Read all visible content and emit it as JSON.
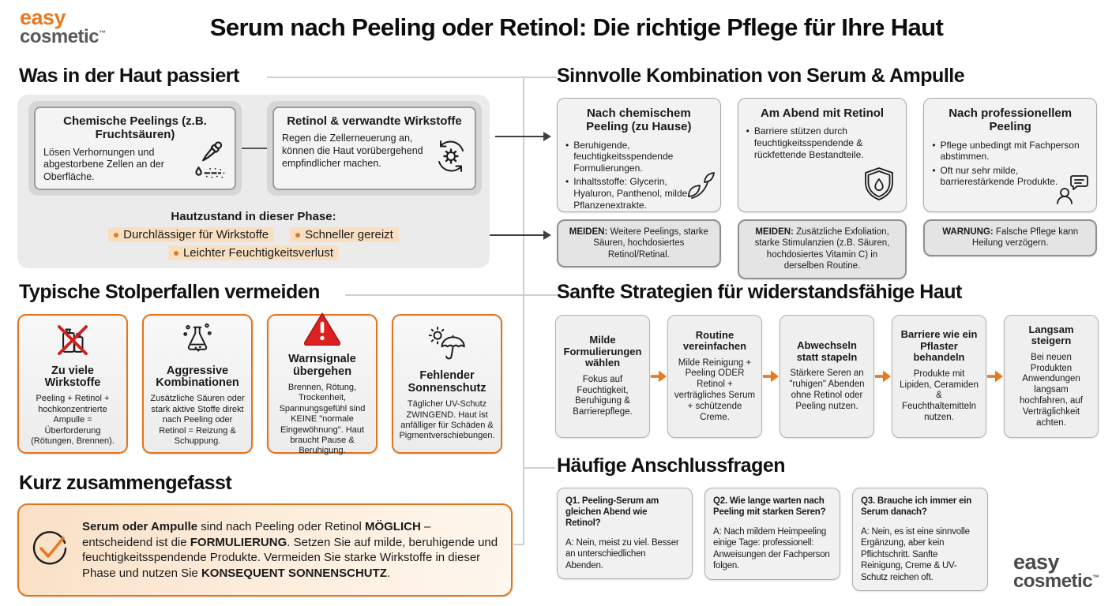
{
  "logo_top": {
    "line1": "easy",
    "line2": "cosmetic",
    "tm": "™"
  },
  "logo_bottom": {
    "line1": "easy",
    "line2": "cosmetic",
    "tm": "™"
  },
  "title": "Serum nach Peeling oder Retinol: Die richtige Pflege für Ihre Haut",
  "colors": {
    "accent": "#e8791f",
    "peach_highlight": "#f9dfc2",
    "box_gray": "#f2f2f2",
    "warn_red": "#d8221f"
  },
  "left": {
    "haut": {
      "heading": "Was in der Haut passiert",
      "box1": {
        "icon": "dropper-icon",
        "title": "Chemische Peelings (z.B. Fruchtsäuren)",
        "body": "Lösen Verhornungen und abgestorbene Zellen an der Oberfläche."
      },
      "box2": {
        "icon": "gear-refresh-icon",
        "title": "Retinol & verwandte Wirkstoffe",
        "body": "Regen die Zellerneuerung an, können die Haut vorübergehend empfindlicher machen."
      },
      "state": {
        "heading": "Hautzustand in dieser Phase:",
        "items": [
          "Durchlässiger für Wirkstoffe",
          "Schneller gereizt",
          "Leichter Feuchtigkeitsverlust"
        ]
      }
    },
    "stolperfallen": {
      "heading": "Typische Stolperfallen vermeiden",
      "boxes": [
        {
          "icon": "bottles-x-icon",
          "title": "Zu viele Wirkstoffe",
          "text": "Peeling + Retinol + hochkonzentrierte Ampulle = Überforderung (Rötungen, Brennen)."
        },
        {
          "icon": "flask-icon",
          "title": "Aggressive Kombinationen",
          "text": "Zusätzliche Säuren oder stark aktive Stoffe direkt nach Peeling oder Retinol = Reizung & Schuppung."
        },
        {
          "icon": "warning-triangle-icon",
          "title": "Warnsignale übergehen",
          "text": "Brennen, Rötung, Trockenheit, Spannungsgefühl sind KEINE \"normale Eingewöhnung\". Haut braucht Pause & Beruhigung."
        },
        {
          "icon": "sun-umbrella-icon",
          "title": "Fehlender Sonnenschutz",
          "text": "Täglicher UV-Schutz ZWINGEND. Haut ist anfälliger für Schäden & Pigmentverschiebungen."
        }
      ]
    },
    "zusammenfassung": {
      "heading": "Kurz zusammengefasst",
      "icon": "check-circle-icon",
      "segments": [
        {
          "t": "Serum oder Ampulle",
          "b": true
        },
        {
          "t": " sind nach Peeling oder Retinol ",
          "b": false
        },
        {
          "t": "MÖGLICH",
          "b": true
        },
        {
          "t": " – entscheidend ist die ",
          "b": false
        },
        {
          "t": "FORMULIERUNG",
          "b": true
        },
        {
          "t": ". Setzen Sie auf milde, beruhigende und feuchtigkeitsspendende Produkte. Vermeiden Sie starke Wirkstoffe in dieser Phase und nutzen Sie ",
          "b": false
        },
        {
          "t": "KONSEQUENT SONNENSCHUTZ",
          "b": true
        },
        {
          "t": ".",
          "b": false
        }
      ]
    }
  },
  "right": {
    "kombination": {
      "heading": "Sinnvolle Kombination von Serum & Ampulle",
      "cols": [
        {
          "title": "Nach chemischem Peeling (zu Hause)",
          "icon": "leaf-icon",
          "bullets": [
            "Beruhigende, feuchtigkeitsspendende Formulierungen.",
            "Inhaltsstoffe: Glycerin, Hyaluron, Panthenol, milde Pflanzenextrakte."
          ],
          "note_label": "MEIDEN:",
          "note_text": " Weitere Peelings, starke Säuren, hochdosiertes Retinol/Retinal."
        },
        {
          "title": "Am Abend mit Retinol",
          "icon": "shield-droplet-icon",
          "bullets": [
            "Barriere stützen durch feuchtigkeitsspendende & rückfettende Bestandteile."
          ],
          "note_label": "MEIDEN:",
          "note_text": " Zusätzliche Exfoliation, starke Stimulanzien (z.B. Säuren, hochdosiertes Vitamin C) in derselben Routine."
        },
        {
          "title": "Nach professionellem Peeling",
          "icon": "person-chat-icon",
          "bullets": [
            "Pflege unbedingt mit Fachperson abstimmen.",
            "Oft nur sehr milde, barrierestärkende Produkte."
          ],
          "note_label": "WARNUNG:",
          "note_text": " Falsche Pflege kann Heilung verzögern."
        }
      ]
    },
    "strategien": {
      "heading": "Sanfte Strategien für widerstandsfähige Haut",
      "steps": [
        {
          "title": "Milde Formulierungen wählen",
          "text": "Fokus auf Feuchtigkeit, Beruhigung & Barrierepflege."
        },
        {
          "title": "Routine vereinfachen",
          "text": "Milde Reinigung + Peeling ODER Retinol + verträgliches Serum + schützende Creme."
        },
        {
          "title": "Abwechseln statt stapeln",
          "text": "Stärkere Seren an \"ruhigen\" Abenden ohne Retinol oder Peeling nutzen."
        },
        {
          "title": "Barriere wie ein Pflaster behandeln",
          "text": "Produkte mit Lipiden, Ceramiden & Feuchthaltemitteln nutzen."
        },
        {
          "title": "Langsam steigern",
          "text": "Bei neuen Produkten Anwendungen langsam hochfahren, auf Verträglichkeit achten."
        }
      ]
    },
    "fragen": {
      "heading": "Häufige Anschlussfragen",
      "items": [
        {
          "q": "Q1. Peeling-Serum am gleichen Abend wie Retinol?",
          "a": "A: Nein, meist zu viel. Besser an unterschiedlichen Abenden."
        },
        {
          "q": "Q2. Wie lange warten nach Peeling mit starken Seren?",
          "a": "A: Nach mildem Heimpeeling einige Tage: professionell: Anweisungen der Fachperson folgen."
        },
        {
          "q": "Q3. Brauche ich immer ein Serum danach?",
          "a": "A: Nein, es ist eine sinnvolle Ergänzung, aber kein Pflichtschritt. Sanfte Reinigung, Creme & UV-Schutz reichen oft."
        }
      ]
    }
  }
}
